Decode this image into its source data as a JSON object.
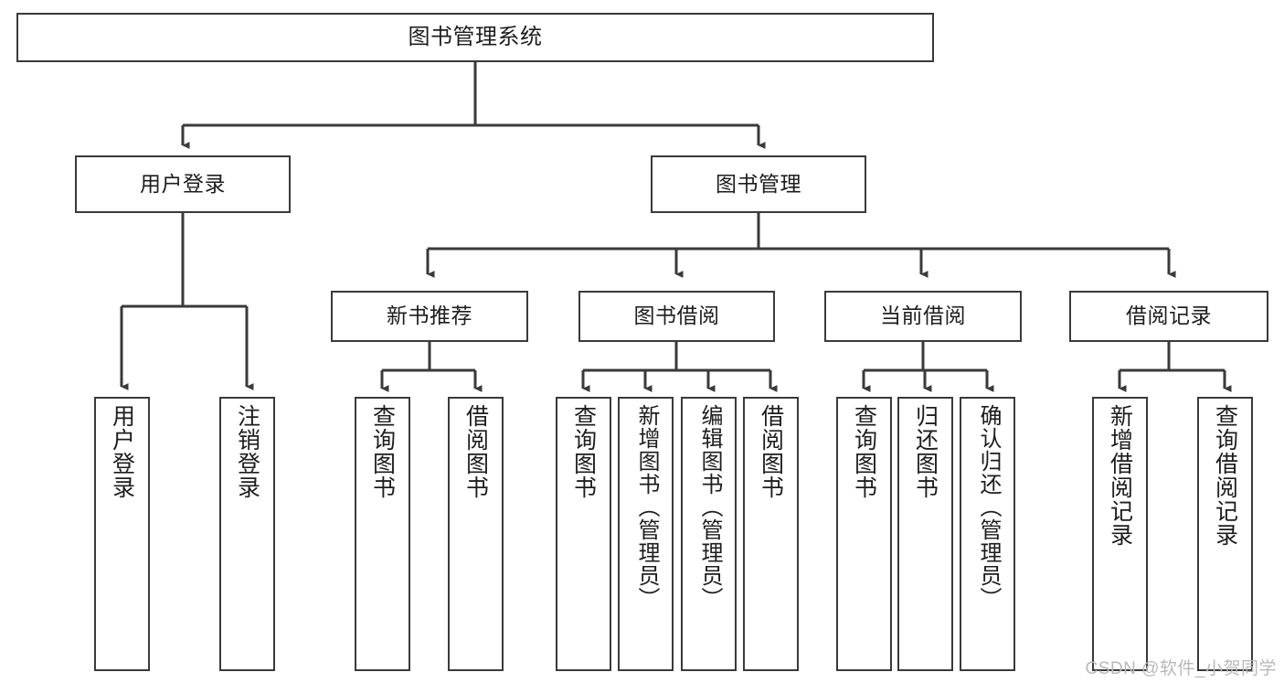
{
  "diagram": {
    "type": "tree-hierarchy",
    "title": "图书管理系统",
    "watermark": "CSDN @软件_小贺同学",
    "colors": {
      "box_border": "#3a3a3a",
      "box_fill": "#ffffff",
      "connector": "#3a3a3a",
      "text": "#1d1d1d",
      "watermark": "#b9b9b9"
    },
    "levels": {
      "root": "图书管理系统",
      "level2": [
        "用户登录",
        "图书管理"
      ],
      "level3": [
        "新书推荐",
        "图书借阅",
        "当前借阅",
        "借阅记录"
      ]
    },
    "nodes": {
      "root": {
        "label": "图书管理系统"
      },
      "user_login": {
        "label": "用户登录"
      },
      "book_manage": {
        "label": "图书管理"
      },
      "new_book_rec": {
        "label": "新书推荐"
      },
      "book_borrow": {
        "label": "图书借阅"
      },
      "current_borrow": {
        "label": "当前借阅"
      },
      "borrow_record": {
        "label": "借阅记录"
      },
      "leaf_user_login": {
        "label": "用户登录"
      },
      "leaf_logout": {
        "label": "注销登录"
      },
      "leaf_query_book_1": {
        "label": "查询图书"
      },
      "leaf_borrow_book_1": {
        "label": "借阅图书"
      },
      "leaf_query_book_2": {
        "label": "查询图书"
      },
      "leaf_add_book": {
        "label": "新增图书（管理员）"
      },
      "leaf_edit_book": {
        "label": "编辑图书（管理员）"
      },
      "leaf_borrow_book_2": {
        "label": "借阅图书"
      },
      "leaf_query_book_3": {
        "label": "查询图书"
      },
      "leaf_return_book": {
        "label": "归还图书"
      },
      "leaf_confirm_return": {
        "label": "确认归还（管理员）"
      },
      "leaf_add_record": {
        "label": "新增借阅记录"
      },
      "leaf_query_record": {
        "label": "查询借阅记录"
      }
    },
    "edges": [
      {
        "from": "root",
        "to": "user_login"
      },
      {
        "from": "root",
        "to": "book_manage"
      },
      {
        "from": "user_login",
        "to": "leaf_user_login"
      },
      {
        "from": "user_login",
        "to": "leaf_logout"
      },
      {
        "from": "book_manage",
        "to": "new_book_rec"
      },
      {
        "from": "book_manage",
        "to": "book_borrow"
      },
      {
        "from": "book_manage",
        "to": "current_borrow"
      },
      {
        "from": "book_manage",
        "to": "borrow_record"
      },
      {
        "from": "new_book_rec",
        "to": "leaf_query_book_1"
      },
      {
        "from": "new_book_rec",
        "to": "leaf_borrow_book_1"
      },
      {
        "from": "book_borrow",
        "to": "leaf_query_book_2"
      },
      {
        "from": "book_borrow",
        "to": "leaf_add_book"
      },
      {
        "from": "book_borrow",
        "to": "leaf_edit_book"
      },
      {
        "from": "book_borrow",
        "to": "leaf_borrow_book_2"
      },
      {
        "from": "current_borrow",
        "to": "leaf_query_book_3"
      },
      {
        "from": "current_borrow",
        "to": "leaf_return_book"
      },
      {
        "from": "current_borrow",
        "to": "leaf_confirm_return"
      },
      {
        "from": "borrow_record",
        "to": "leaf_add_record"
      },
      {
        "from": "borrow_record",
        "to": "leaf_query_record"
      }
    ]
  }
}
